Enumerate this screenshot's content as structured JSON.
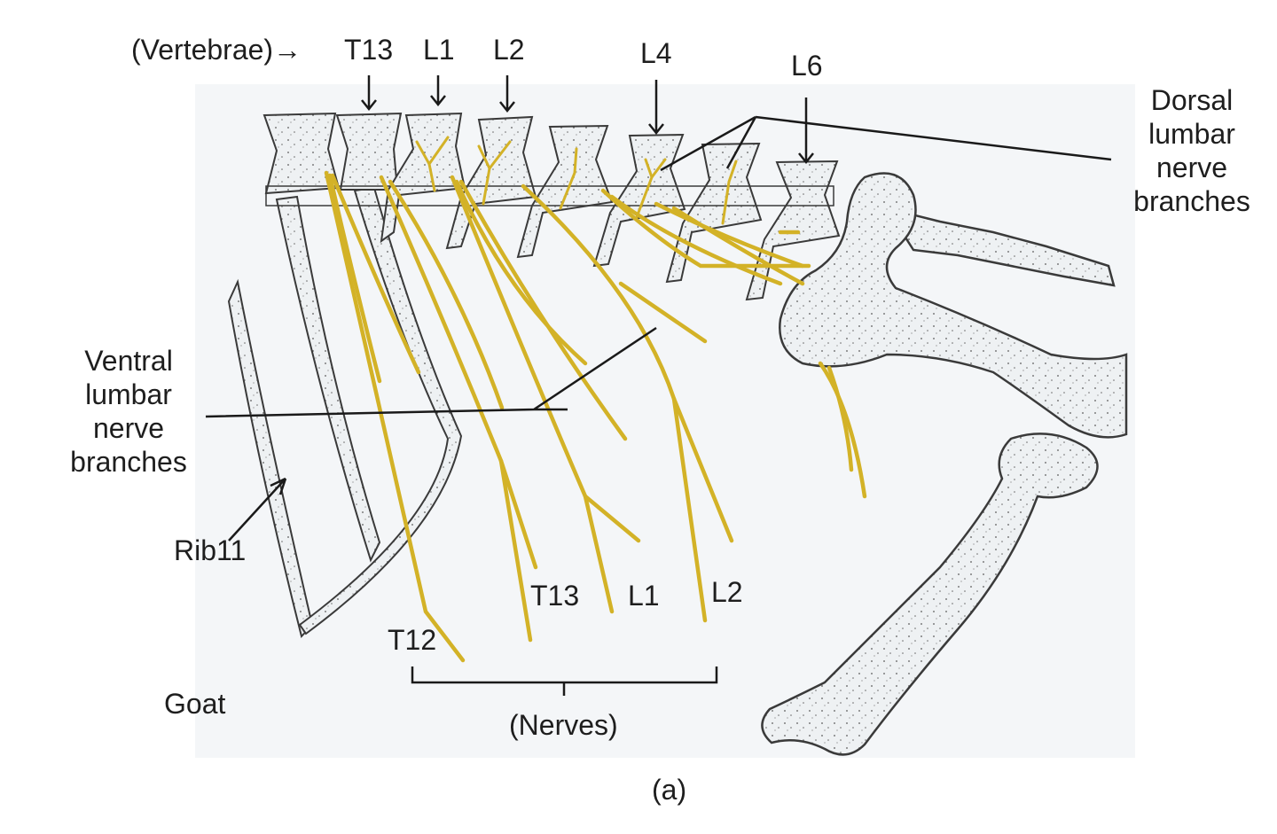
{
  "vertebrae_caption": "(Vertebrae)→",
  "vertebra_labels": {
    "t13": "T13",
    "l1": "L1",
    "l2": "L2",
    "l4": "L4",
    "l6": "L6"
  },
  "dorsal_label": [
    "Dorsal",
    "lumbar",
    "nerve",
    "branches"
  ],
  "ventral_label": [
    "Ventral",
    "lumbar",
    "nerve",
    "branches"
  ],
  "rib_label": "Rib11",
  "nerve_labels": {
    "t12": "T12",
    "t13": "T13",
    "l1": "L1",
    "l2": "L2"
  },
  "species": "Goat",
  "nerves_caption": "(Nerves)",
  "panel_letter": "(a)",
  "colors": {
    "nerve": "#d3b227",
    "nerve_dark": "#8f7414",
    "bone_fill": "#eef1f3",
    "bone_outline": "#3a3a3a",
    "leader_line": "#1a1a1a",
    "background_wash": "#f4f6f8"
  }
}
